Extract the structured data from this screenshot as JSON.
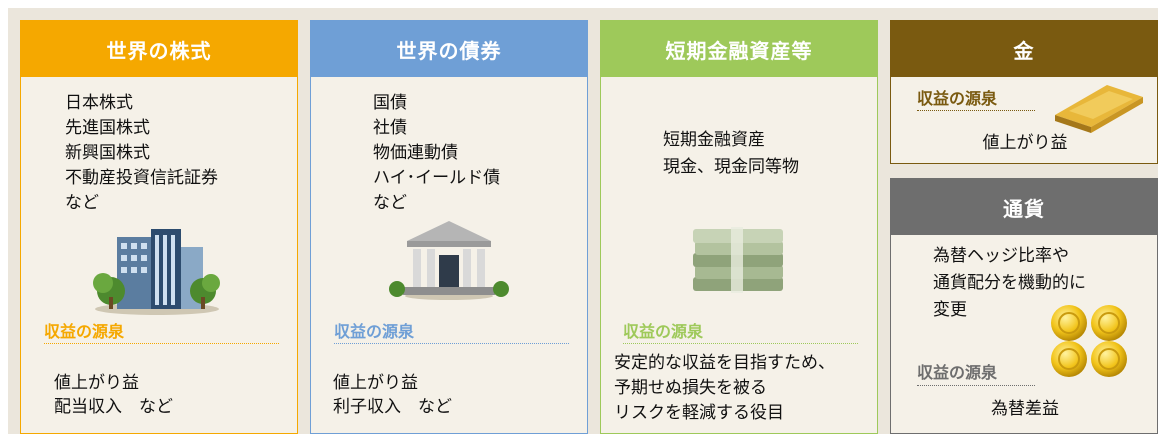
{
  "colors": {
    "stocks": "#f5a800",
    "bonds": "#6f9fd6",
    "short": "#9ec95a",
    "gold": "#7a5a10",
    "currency": "#6e6e6e"
  },
  "cards": {
    "stocks": {
      "title": "世界の株式",
      "items": [
        "日本株式",
        "先進国株式",
        "新興国株式",
        "不動産投資信託証券",
        "など"
      ],
      "source_label": "収益の源泉",
      "source_lines": [
        "値上がり益",
        "配当収入　など"
      ],
      "icon": "office-buildings-icon"
    },
    "bonds": {
      "title": "世界の債券",
      "items": [
        "国債",
        "社債",
        "物価連動債",
        "ハイ･イールド債",
        "など"
      ],
      "source_label": "収益の源泉",
      "source_lines": [
        "値上がり益",
        "利子収入　など"
      ],
      "icon": "bank-building-icon"
    },
    "short": {
      "title": "短期金融資産等",
      "items": [
        "短期金融資産",
        "現金、現金同等物"
      ],
      "source_label": "収益の源泉",
      "source_lines": [
        "安定的な収益を目指すため、",
        "予期せぬ損失を被る",
        "リスクを軽減する役目"
      ],
      "icon": "cash-stack-icon"
    },
    "gold": {
      "title": "金",
      "source_label": "収益の源泉",
      "source_text": "値上がり益",
      "icon": "gold-bar-icon"
    },
    "currency": {
      "title": "通貨",
      "items": [
        "為替ヘッジ比率や",
        "通貨配分を機動的に",
        "変更"
      ],
      "source_label": "収益の源泉",
      "source_text": "為替差益",
      "icon": "gold-coins-icon"
    }
  }
}
